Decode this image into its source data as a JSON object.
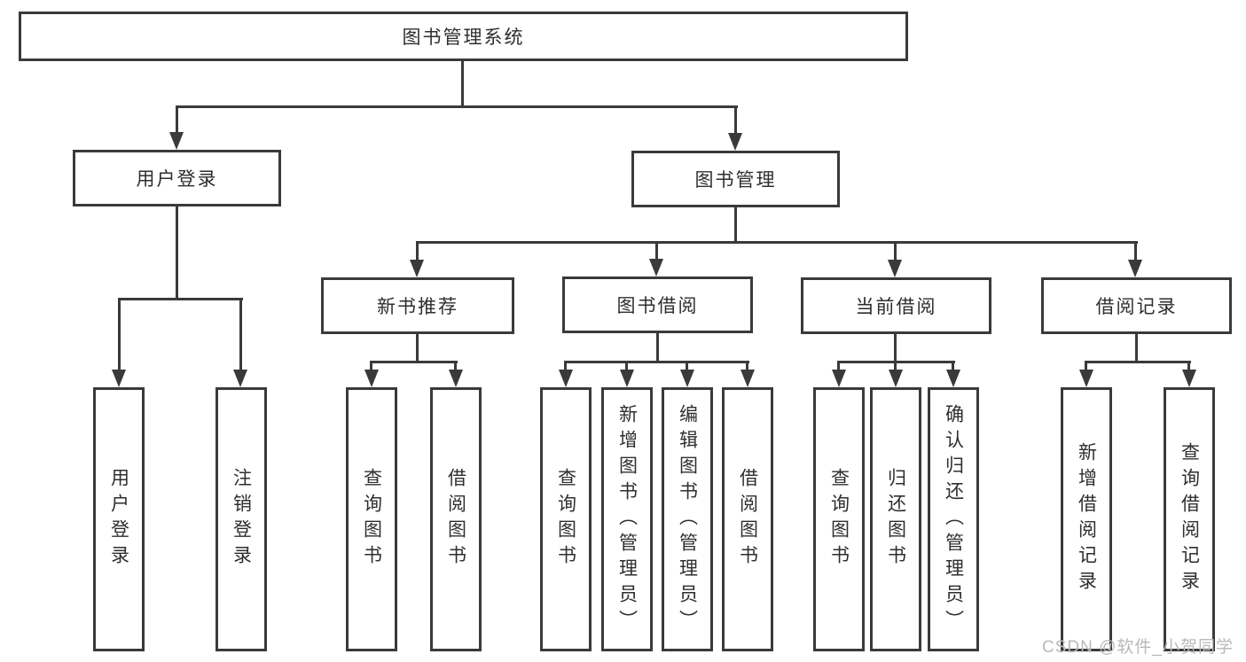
{
  "diagram": {
    "root": "图书管理系统",
    "level2": {
      "user_login": "用户登录",
      "book_mgmt": "图书管理"
    },
    "level3": {
      "new_book_rec": "新书推荐",
      "book_borrow": "图书借阅",
      "current_borrow": "当前借阅",
      "borrow_records": "借阅记录"
    },
    "leaves": {
      "user_login": "用户登录",
      "logout": "注销登录",
      "query_book_a": "查询图书",
      "borrow_book_a": "借阅图书",
      "query_book_b": "查询图书",
      "add_book": "新增图书（管理员）",
      "edit_book": "编辑图书（管理员）",
      "borrow_book_b": "借阅图书",
      "query_book_c": "查询图书",
      "return_book": "归还图书",
      "confirm_return": "确认归还（管理员）",
      "add_borrow_record": "新增借阅记录",
      "query_borrow_record": "查询借阅记录"
    }
  },
  "watermark": "CSDN @软件_小贺同学",
  "colors": {
    "line": "#3a3a3a",
    "text": "#2e2e2e",
    "watermark": "#b9b9b9",
    "background": "#ffffff"
  }
}
